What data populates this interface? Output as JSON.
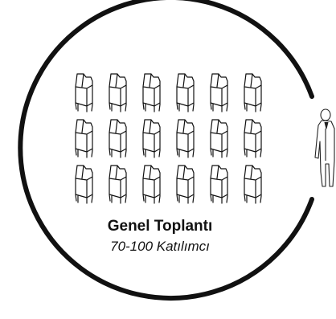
{
  "diagram": {
    "title": "Genel Toplantı",
    "subtitle": "70-100 Katılımcı",
    "chair_rows": 3,
    "chair_cols": 6,
    "stroke_color": "#111111",
    "speaker_icon": "standing-speaker-icon",
    "chair_icon": "armchair-icon"
  }
}
